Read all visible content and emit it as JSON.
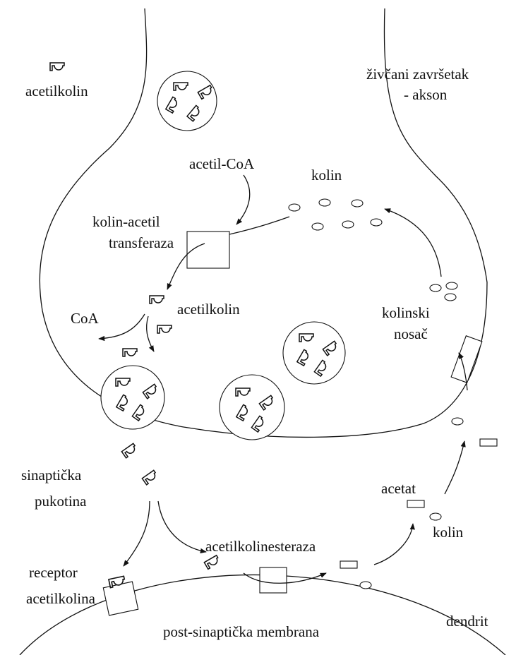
{
  "labels": {
    "legend_acetylcholine": "acetilkolin",
    "nerve_ending_line1": "živčani završetak",
    "nerve_ending_line2": "- akson",
    "acetyl_coa": "acetil-CoA",
    "choline_top": "kolin",
    "enzyme_line1": "kolin-acetil",
    "enzyme_line2": "transferaza",
    "acetylcholine_mid": "acetilkolin",
    "coa": "CoA",
    "transporter_line1": "kolinski",
    "transporter_line2": "nosač",
    "cleft_line1": "sinaptička",
    "cleft_line2": "pukotina",
    "acetate": "acetat",
    "choline_bottom": "kolin",
    "esterase": "acetilkolinesteraza",
    "receptor_line1": "receptor",
    "receptor_line2": "acetilkolina",
    "dendrite": "dendrit",
    "membrane": "post-sinaptička membrana"
  },
  "colors": {
    "line": "#111111",
    "background": "#ffffff"
  }
}
